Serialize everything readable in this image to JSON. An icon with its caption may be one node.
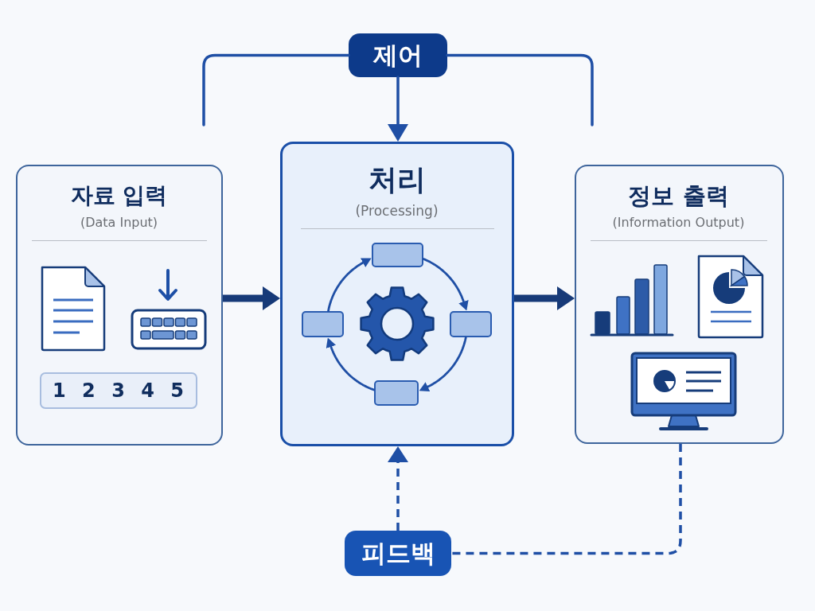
{
  "diagram": {
    "nodes": [
      {
        "text": [
          "제어"
        ]
      },
      {
        "text": [
          "자료 입력",
          "(Data Input)"
        ]
      },
      {
        "text": [
          "1 2 3 4 5"
        ],
        "in": 1
      },
      {
        "text": [
          "처리",
          "(Processing)"
        ]
      },
      {
        "text": [],
        "shape": "box",
        "in": 3
      },
      {
        "text": [],
        "shape": "box",
        "in": 3
      },
      {
        "text": [],
        "shape": "box",
        "in": 3
      },
      {
        "text": [],
        "shape": "box",
        "in": 3
      },
      {
        "text": [
          "정보 출력",
          "(Information Output)"
        ]
      },
      {
        "text": [
          "피드백"
        ]
      }
    ],
    "edges": [
      {
        "from": 0,
        "to": 3,
        "arrow": "to"
      },
      {
        "from": 0,
        "to": null,
        "arrow": "none"
      },
      {
        "from": 0,
        "to": null,
        "arrow": "none"
      },
      {
        "from": 1,
        "to": 3,
        "arrow": "to",
        "style": "thick",
        "color": "#173a78"
      },
      {
        "from": 3,
        "to": 8,
        "arrow": "to",
        "style": "thick",
        "color": "#173a78"
      },
      {
        "from": 4,
        "to": 5,
        "arrow": "to"
      },
      {
        "from": 5,
        "to": 6,
        "arrow": "to"
      },
      {
        "from": 6,
        "to": 7,
        "arrow": "to"
      },
      {
        "from": 7,
        "to": 4,
        "arrow": "to"
      },
      {
        "from": 8,
        "to": 9,
        "arrow": "none",
        "style": "dashed"
      },
      {
        "from": 9,
        "to": 3,
        "arrow": "to",
        "style": "dashed"
      }
    ]
  }
}
